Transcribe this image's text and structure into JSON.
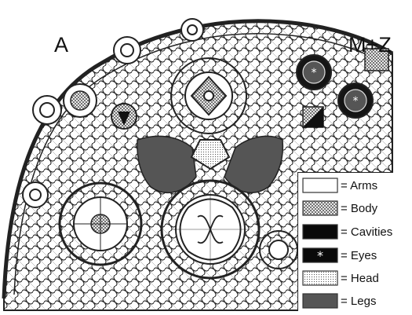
{
  "labels": {
    "left": "A",
    "right": "M+Z"
  },
  "legend": [
    {
      "label": "= Arms",
      "fill": "white"
    },
    {
      "label": "= Body",
      "fill": "crosshatch"
    },
    {
      "label": "= Cavities",
      "fill": "black"
    },
    {
      "label": "= Eyes",
      "fill": "star"
    },
    {
      "label": "= Head",
      "fill": "dots"
    },
    {
      "label": "= Legs",
      "fill": "gray"
    }
  ],
  "colors": {
    "outline": "#222222",
    "legs": "#555555",
    "cavities": "#0a0a0a",
    "background": "#ffffff"
  }
}
